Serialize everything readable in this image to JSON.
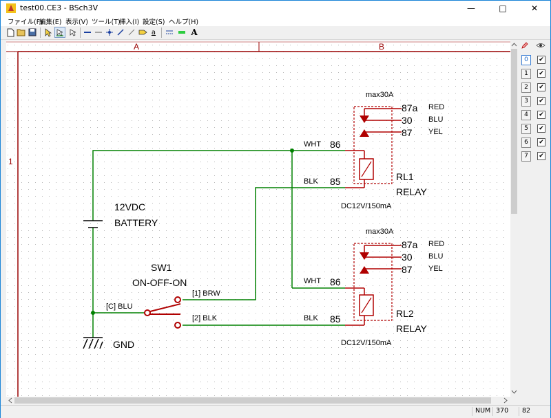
{
  "window": {
    "title": "test00.CE3 - BSch3V",
    "minimize": "—",
    "maximize": "□",
    "close": "✕"
  },
  "menu": [
    "ファイル(F)",
    "編集(E)",
    "表示(V)",
    "ツール(T)",
    "挿入(I)",
    "設定(S)",
    "ヘルプ(H)"
  ],
  "frame": {
    "col_a": "A",
    "col_b": "B",
    "row_1": "1"
  },
  "schematic": {
    "battery_value": "12VDC",
    "battery_name": "BATTERY",
    "gnd": "GND",
    "sw_name": "SW1",
    "sw_type": "ON-OFF-ON",
    "sw_common": "[C] BLU",
    "sw_pin1": "[1] BRW",
    "sw_pin2": "[2] BLK",
    "rl1": {
      "rating": "max30A",
      "pin87a": "87a",
      "pin30": "30",
      "pin87": "87",
      "wire87a": "RED",
      "wire30": "BLU",
      "wire87": "YEL",
      "wire86": "WHT",
      "pin86": "86",
      "wire85": "BLK",
      "pin85": "85",
      "name": "RL1",
      "type": "RELAY",
      "coil": "DC12V/150mA"
    },
    "rl2": {
      "rating": "max30A",
      "pin87a": "87a",
      "pin30": "30",
      "pin87": "87",
      "wire87a": "RED",
      "wire30": "BLU",
      "wire87": "YEL",
      "wire86": "WHT",
      "pin86": "86",
      "wire85": "BLK",
      "pin85": "85",
      "name": "RL2",
      "type": "RELAY",
      "coil": "DC12V/150mA"
    }
  },
  "layers": {
    "header_icons": [
      "pencil-icon",
      "eye-icon"
    ],
    "items": [
      {
        "num": "0",
        "checked": "✔"
      },
      {
        "num": "1",
        "checked": "✔"
      },
      {
        "num": "2",
        "checked": "✔"
      },
      {
        "num": "3",
        "checked": "✔"
      },
      {
        "num": "4",
        "checked": "✔"
      },
      {
        "num": "5",
        "checked": "✔"
      },
      {
        "num": "6",
        "checked": "✔"
      },
      {
        "num": "7",
        "checked": "✔"
      }
    ]
  },
  "status": {
    "mode": "NUM",
    "x": "370",
    "y": "82"
  },
  "colors": {
    "frame": "#990000",
    "wire": "#008000",
    "part": "#b00000",
    "text": "#000000",
    "accent": "#1883d7"
  }
}
